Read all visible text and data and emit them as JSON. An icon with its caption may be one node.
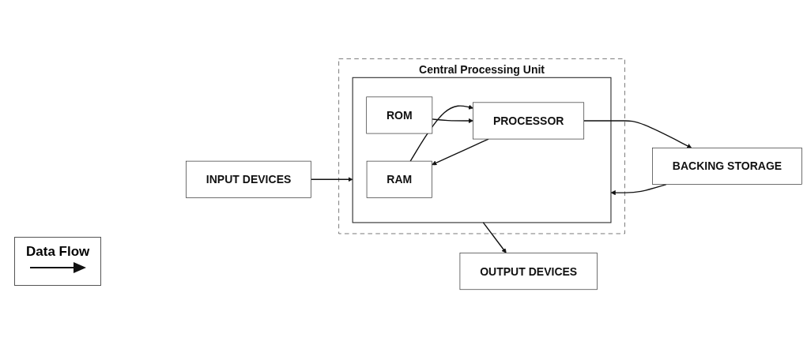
{
  "diagram": {
    "nodes": [
      {
        "text": [
          "Central Processing Unit"
        ]
      },
      {
        "text": [],
        "shape": "box",
        "in": 0
      },
      {
        "text": [
          "RAM"
        ],
        "in": 1
      },
      {
        "text": [
          "ROM"
        ],
        "in": 1
      },
      {
        "text": [
          "PROCESSOR"
        ],
        "in": 1
      },
      {
        "text": [
          "INPUT DEVICES"
        ]
      },
      {
        "text": [
          "OUTPUT DEVICES"
        ]
      },
      {
        "text": [
          "BACKING STORAGE"
        ]
      }
    ],
    "edges": [
      {
        "from": 5,
        "to": 1,
        "arrow": "to"
      },
      {
        "from": 1,
        "to": 6,
        "arrow": "to"
      },
      {
        "from": 2,
        "to": 4,
        "arrow": "to"
      },
      {
        "from": 4,
        "to": 2,
        "arrow": "to"
      },
      {
        "from": 3,
        "to": 4,
        "arrow": "to"
      },
      {
        "from": 4,
        "to": 7,
        "arrow": "to"
      },
      {
        "from": 7,
        "to": 1,
        "arrow": "to"
      }
    ],
    "legend": [
      {
        "text": "Data Flow"
      }
    ]
  }
}
